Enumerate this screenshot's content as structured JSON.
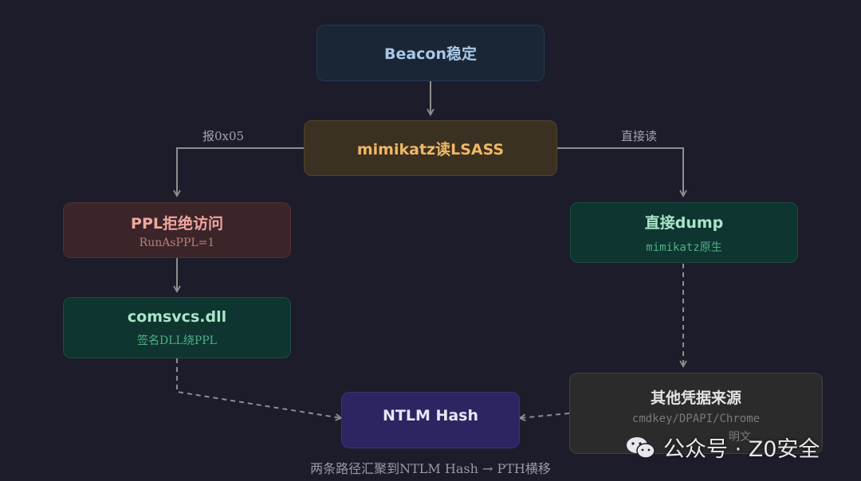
{
  "nodes": {
    "beacon": {
      "title": "Beacon稳定"
    },
    "mimikatz": {
      "title": "mimikatz读LSASS"
    },
    "ppl": {
      "title": "PPL拒绝访问",
      "sub": "RunAsPPL=1"
    },
    "direct": {
      "title": "直接dump",
      "sub": "mimikatz原生"
    },
    "comsvcs": {
      "title": "comsvcs.dll",
      "sub": "签名DLL绕PPL"
    },
    "ntlm": {
      "title": "NTLM Hash"
    },
    "other": {
      "title": "其他凭据来源",
      "sub": "cmdkey/DPAPI/Chrome",
      "sub2": "明文"
    }
  },
  "edges": {
    "left_label": "报0x05",
    "right_label": "直接读"
  },
  "caption": "两条路径汇聚到NTLM Hash → PTH横移",
  "watermark": {
    "text": "公众号 · Z0安全",
    "icon": "wechat-icon"
  },
  "colors": {
    "background": "#1d1c2a",
    "beacon": "#1a2636",
    "mimikatz": "#3b3122",
    "ppl": "#3b2528",
    "green": "#0f3530",
    "ntlm": "#2b2562",
    "other": "#2b2b2c",
    "arrow": "#8e8e8e"
  }
}
